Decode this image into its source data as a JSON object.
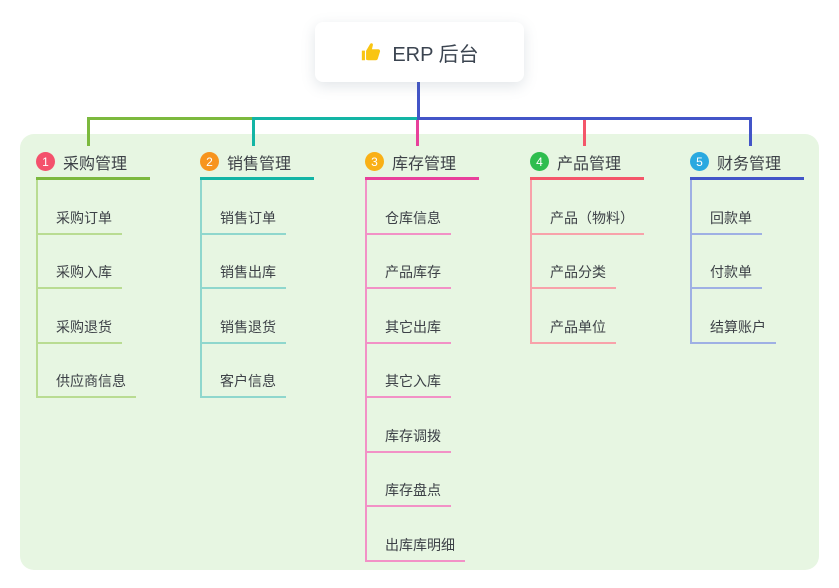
{
  "root": {
    "label": "ERP 后台",
    "icon": "thumbs-up-icon"
  },
  "colors": {
    "canvas_bg": "#ffffff",
    "panel_bg": "#e7f6e2",
    "root_connector": "#4355c8",
    "text": "#3d4147",
    "thumb_yellow": "#f9c513"
  },
  "branches": [
    {
      "num": "1",
      "label": "采购管理",
      "badge_color": "#f4516c",
      "line_color": "#7cb93e",
      "child_line_color": "#b9dc92",
      "children": [
        "采购订单",
        "采购入库",
        "采购退货",
        "供应商信息"
      ]
    },
    {
      "num": "2",
      "label": "销售管理",
      "badge_color": "#f7941e",
      "line_color": "#13b5a5",
      "child_line_color": "#8fd7cd",
      "children": [
        "销售订单",
        "销售出库",
        "销售退货",
        "客户信息"
      ]
    },
    {
      "num": "3",
      "label": "库存管理",
      "badge_color": "#f9b016",
      "line_color": "#e8409b",
      "child_line_color": "#f291c6",
      "children": [
        "仓库信息",
        "产品库存",
        "其它出库",
        "其它入库",
        "库存调拨",
        "库存盘点",
        "出库库明细"
      ]
    },
    {
      "num": "4",
      "label": "产品管理",
      "badge_color": "#2ebd4e",
      "line_color": "#f4566a",
      "child_line_color": "#f8a2aa",
      "children": [
        "产品（物料）",
        "产品分类",
        "产品单位"
      ]
    },
    {
      "num": "5",
      "label": "财务管理",
      "badge_color": "#29a9e0",
      "line_color": "#4355c8",
      "child_line_color": "#9fb0e4",
      "children": [
        "回款单",
        "付款单",
        "结算账户"
      ]
    }
  ]
}
